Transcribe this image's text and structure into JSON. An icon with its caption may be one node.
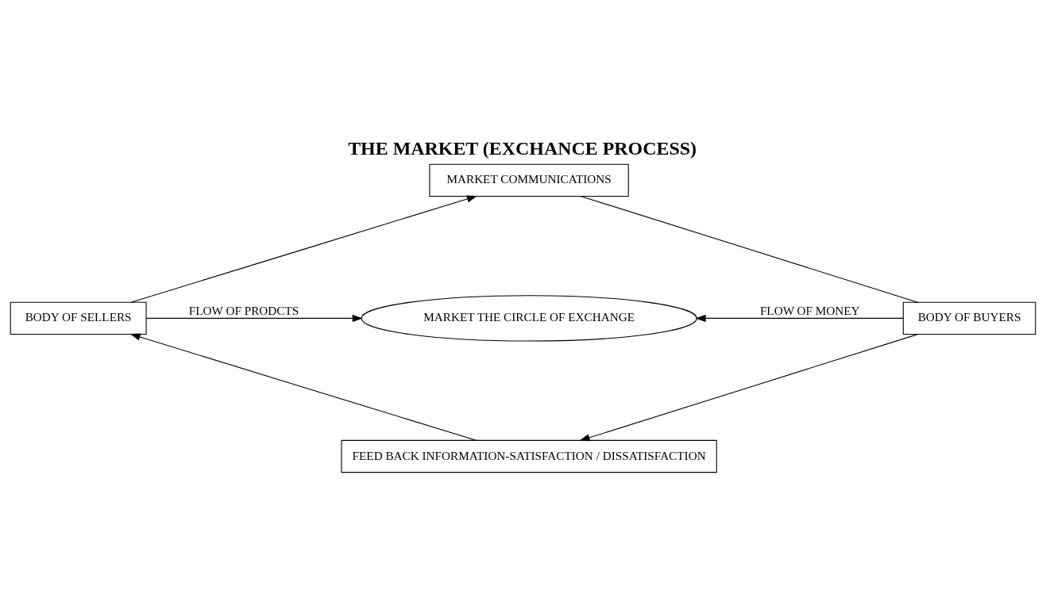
{
  "diagram": {
    "title": "THE MARKET (EXCHANCE PROCESS)",
    "nodes": [
      {
        "text": [
          "MARKET COMMUNICATIONS"
        ]
      },
      {
        "text": [
          "BODY OF SELLERS"
        ]
      },
      {
        "text": [
          "MARKET THE CIRCLE OF EXCHANGE"
        ]
      },
      {
        "text": [
          "BODY OF BUYERS"
        ]
      },
      {
        "text": [
          "FEED BACK INFORMATION-SATISFACTION / DISSATISFACTION"
        ]
      }
    ],
    "edges": [
      {
        "from": 1,
        "to": 0,
        "arrow": "to"
      },
      {
        "from": 0,
        "to": 3,
        "arrow": "none"
      },
      {
        "from": 1,
        "to": 2,
        "arrow": "to",
        "label": "FLOW OF PRODCTS"
      },
      {
        "from": 3,
        "to": 2,
        "arrow": "to",
        "label": "FLOW OF MONEY"
      },
      {
        "from": 3,
        "to": 4,
        "arrow": "to"
      },
      {
        "from": 4,
        "to": 1,
        "arrow": "to"
      }
    ]
  }
}
